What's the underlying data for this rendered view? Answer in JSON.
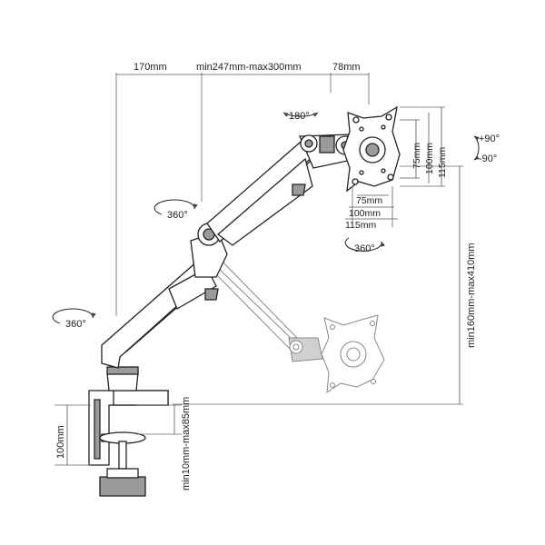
{
  "dimensions": {
    "top_left": "170mm",
    "top_mid": "min247mm-max300mm",
    "top_right": "78mm",
    "vesa_h_75": "75mm",
    "vesa_h_100": "100mm",
    "vesa_h_115": "115mm",
    "vesa_w_75": "75mm",
    "vesa_w_100": "100mm",
    "vesa_w_115": "115mm",
    "height_range": "min160mm-max410mm",
    "clamp_height": "100mm",
    "clamp_range": "min10mm-max85mm"
  },
  "rotations": {
    "head_rotation": "180°",
    "tilt_up": "+90°",
    "tilt_down": "-90°",
    "monitor_rotation": "360°",
    "mid_joint_rotation": "360°",
    "base_rotation": "360°"
  }
}
